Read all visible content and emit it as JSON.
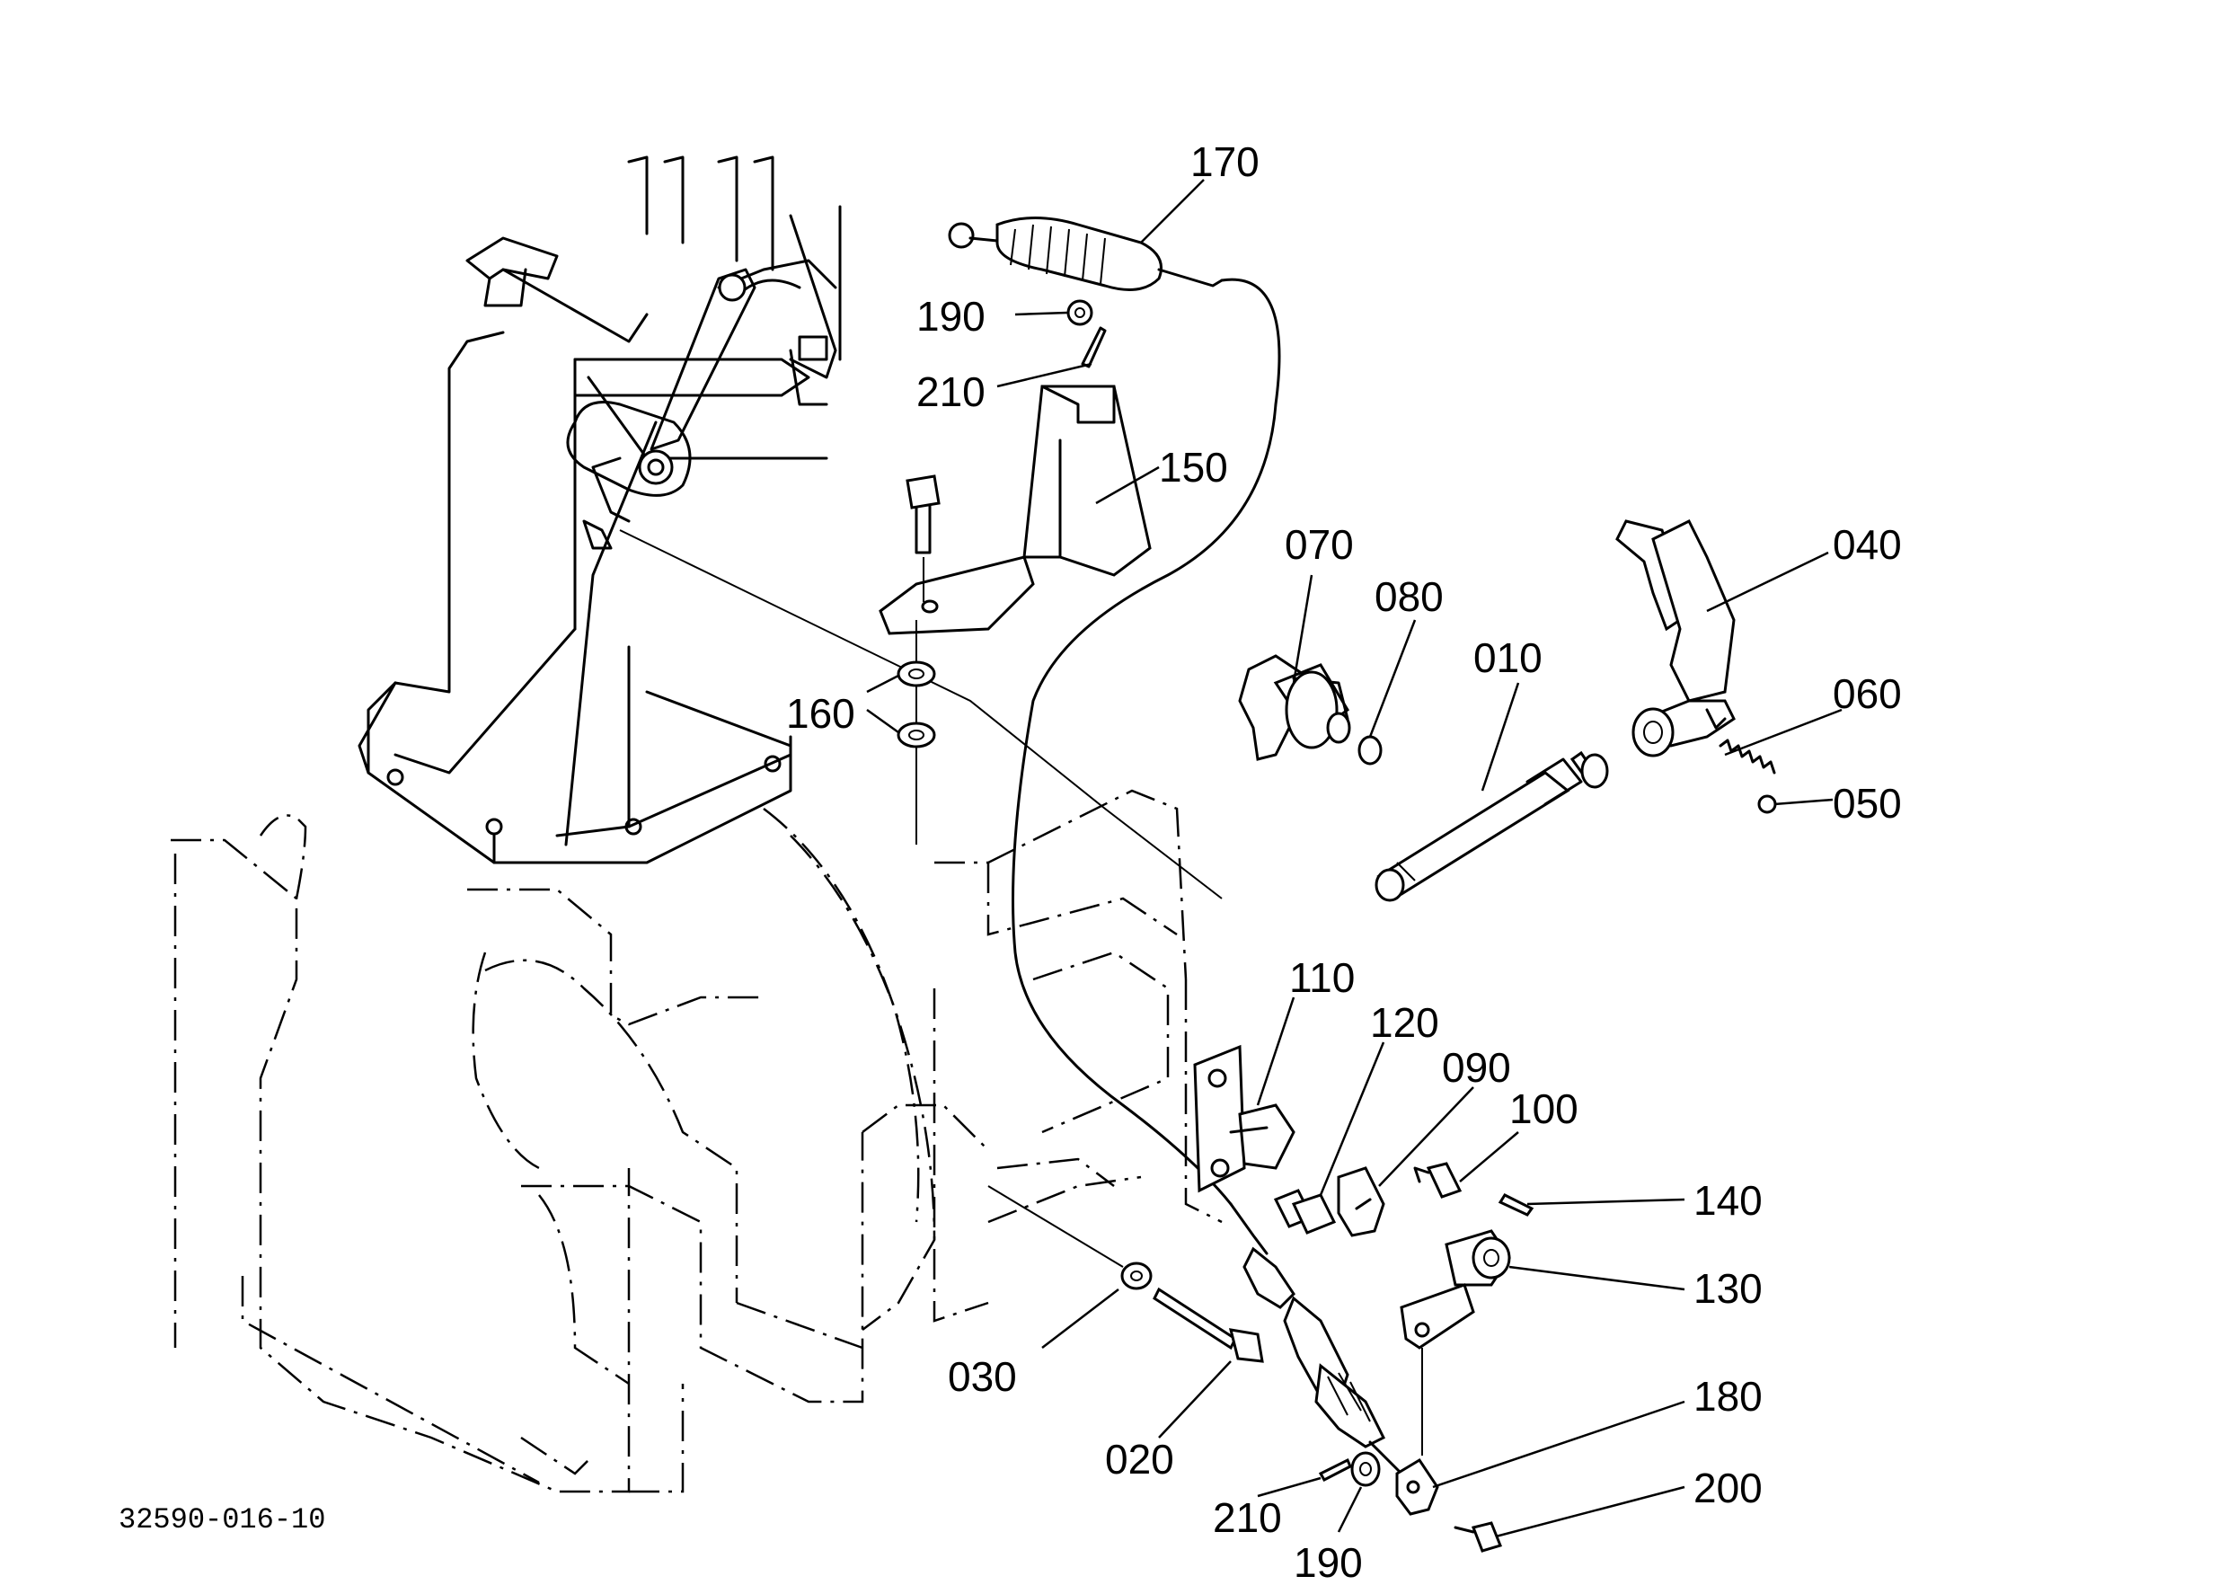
{
  "diagram": {
    "figure_code": "32590-016-10",
    "parts": [
      {
        "id": "010",
        "label": "010"
      },
      {
        "id": "020",
        "label": "020"
      },
      {
        "id": "030",
        "label": "030"
      },
      {
        "id": "040",
        "label": "040"
      },
      {
        "id": "050",
        "label": "050"
      },
      {
        "id": "060",
        "label": "060"
      },
      {
        "id": "070",
        "label": "070"
      },
      {
        "id": "080",
        "label": "080"
      },
      {
        "id": "090",
        "label": "090"
      },
      {
        "id": "100",
        "label": "100"
      },
      {
        "id": "110",
        "label": "110"
      },
      {
        "id": "120",
        "label": "120"
      },
      {
        "id": "130",
        "label": "130"
      },
      {
        "id": "140",
        "label": "140"
      },
      {
        "id": "150",
        "label": "150"
      },
      {
        "id": "160",
        "label": "160"
      },
      {
        "id": "170",
        "label": "170"
      },
      {
        "id": "180",
        "label": "180"
      },
      {
        "id": "190a",
        "label": "190"
      },
      {
        "id": "190b",
        "label": "190"
      },
      {
        "id": "200",
        "label": "200"
      },
      {
        "id": "210a",
        "label": "210"
      },
      {
        "id": "210b",
        "label": "210"
      }
    ]
  }
}
